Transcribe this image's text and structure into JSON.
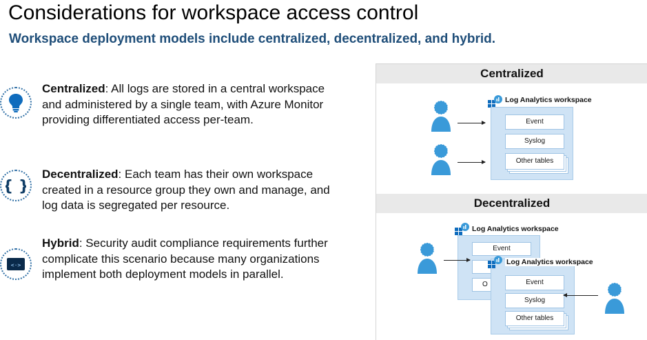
{
  "header": {
    "title": "Considerations for workspace access control",
    "subtitle": "Workspace deployment models include centralized, decentralized, and hybrid."
  },
  "items": [
    {
      "icon": "lightbulb-icon",
      "term": "Centralized",
      "description": ": All logs are stored in a central workspace and administered by a single team, with Azure Monitor providing differentiated access per-team."
    },
    {
      "icon": "braces-icon",
      "term": "Decentralized",
      "description": ": Each team has their own workspace created in a resource group they own and manage, and log data is segregated per resource."
    },
    {
      "icon": "code-window-icon",
      "term": "Hybrid",
      "description": ": Security audit compliance requirements further complicate this scenario because many organizations implement both deployment models in parallel."
    }
  ],
  "diagram": {
    "centralized": {
      "heading": "Centralized",
      "workspace_label": "Log Analytics workspace",
      "tables": [
        "Event",
        "Syslog",
        "Other tables"
      ]
    },
    "decentralized": {
      "heading": "Decentralized",
      "back_workspace_label": "Log Analytics workspace",
      "back_tables": [
        "Event",
        "",
        "O"
      ],
      "front_workspace_label": "Log Analytics workspace",
      "front_tables": [
        "Event",
        "Syslog",
        "Other tables"
      ]
    }
  },
  "colors": {
    "subtitle": "#1f4e79",
    "icon_ring": "#2f6fa5",
    "icon_fill": "#0f6cbd",
    "workspace_fill": "#cfe3f5",
    "person": "#3a9ad9"
  }
}
